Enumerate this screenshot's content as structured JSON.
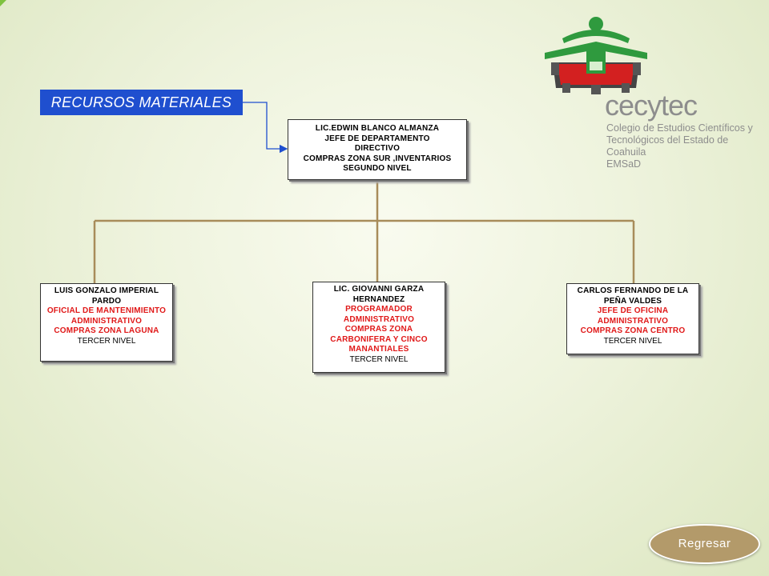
{
  "department_label": "RECURSOS MATERIALES",
  "top": {
    "name": "LIC.EDWIN BLANCO ALMANZA",
    "line1": "JEFE DE DEPARTAMENTO",
    "line2": "DIRECTIVO",
    "line3": "COMPRAS ZONA SUR ,INVENTARIOS",
    "level": "SEGUNDO NIVEL"
  },
  "left": {
    "name": "LUIS GONZALO IMPERIAL PARDO",
    "role1": "OFICIAL DE MANTENIMIENTO ADMINISTRATIVO",
    "role2": "COMPRAS ZONA LAGUNA",
    "level": "TERCER NIVEL"
  },
  "center": {
    "name": "LIC. GIOVANNI GARZA HERNANDEZ",
    "role1": "PROGRAMADOR ADMINISTRATIVO",
    "role2": "COMPRAS ZONA CARBONIFERA Y CINCO MANANTIALES",
    "level": "TERCER NIVEL"
  },
  "right": {
    "name": "CARLOS FERNANDO DE LA PEÑA VALDES",
    "role1": "JEFE DE OFICINA ADMINISTRATIVO",
    "role2": "COMPRAS ZONA CENTRO",
    "level": "TERCER NIVEL"
  },
  "logo": {
    "brand": "cecytec",
    "subtitle_line1": "Colegio de Estudios Científicos y",
    "subtitle_line2": "Tecnológicos del Estado de Coahuila",
    "subtitle_line3": "EMSaD"
  },
  "back_button": "Regresar",
  "colors": {
    "accent_blue": "#1f4fcf",
    "connector_brown": "#a88c5a",
    "role_red": "#e01818",
    "button_tan": "#b39a6a"
  }
}
